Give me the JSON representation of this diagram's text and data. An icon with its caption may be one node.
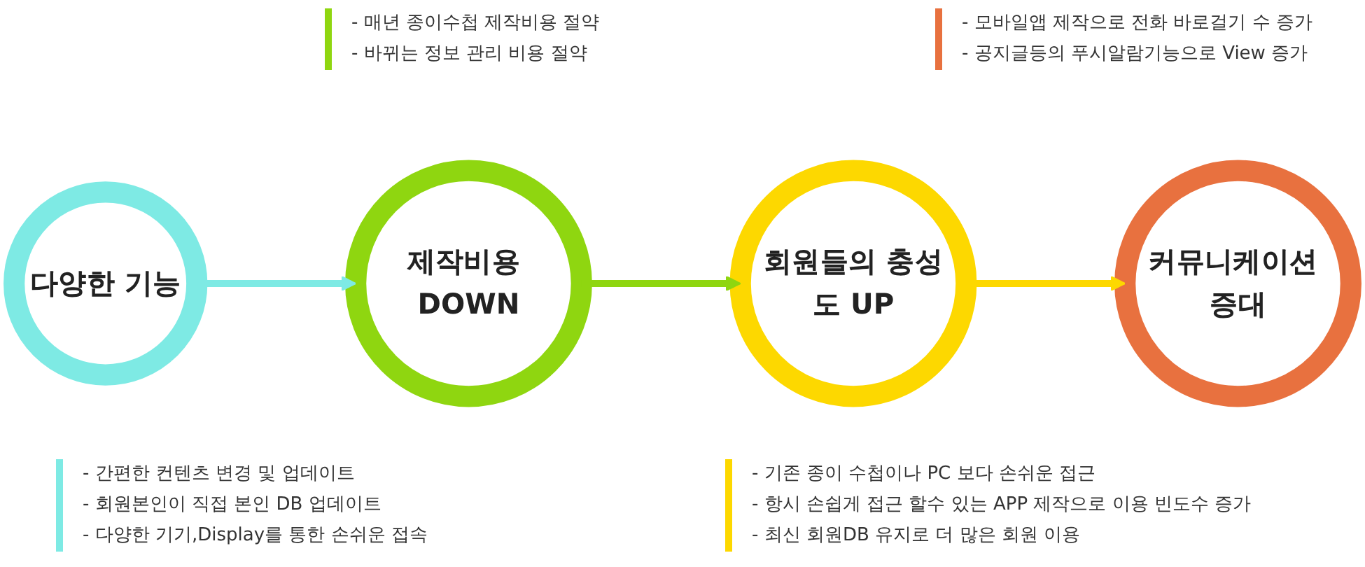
{
  "diagram": {
    "nodes": [
      {
        "text": [
          "다양한 기능"
        ],
        "beside": [
          "- 간편한 컨텐츠 변경 및 업데이트",
          "- 회원본인이 직접 본인 DB 업데이트",
          "- 다양한 기기,Display를 통한 손쉬운 접속"
        ]
      },
      {
        "text": [
          "제작비용 DOWN"
        ],
        "beside": [
          "- 매년 종이수첩 제작비용 절약",
          "- 바뀌는 정보 관리 비용 절약"
        ]
      },
      {
        "text": [
          "회원들의 충성도 UP"
        ],
        "beside": [
          "- 기존 종이 수첩이나 PC 보다 손쉬운 접근",
          "- 항시 손쉽게 접근 할수 있는 APP 제작으로 이용 빈도수 증가",
          "- 최신 회원DB 유지로 더 많은 회원 이용"
        ]
      },
      {
        "text": [
          "커뮤니케이션 증대"
        ],
        "beside": [
          "- 모바일앱 제작으로 전화 바로걸기 수 증가",
          "- 공지글등의 푸시알람기능으로 View 증가"
        ]
      }
    ],
    "edges": [
      {
        "from": 0,
        "to": 1,
        "arrow": "to",
        "color": "#7eeae4"
      },
      {
        "from": 1,
        "to": 2,
        "arrow": "to",
        "color": "#8fd610"
      },
      {
        "from": 2,
        "to": 3,
        "arrow": "to",
        "color": "#fdd800"
      }
    ]
  }
}
